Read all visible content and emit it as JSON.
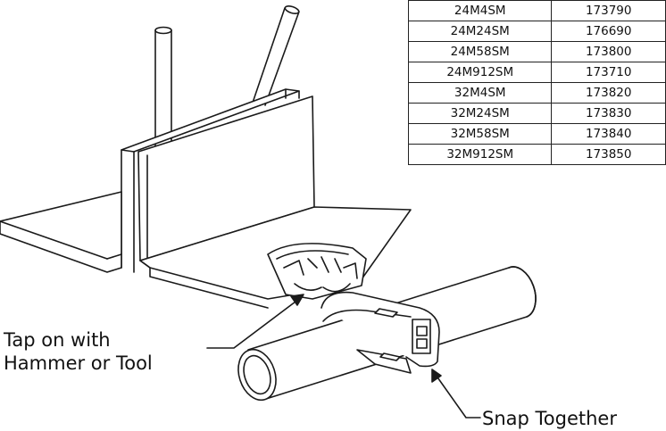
{
  "parts_table": {
    "rows": [
      {
        "part": "24M4SM",
        "number": "173790"
      },
      {
        "part": "24M24SM",
        "number": "176690"
      },
      {
        "part": "24M58SM",
        "number": "173800"
      },
      {
        "part": "24M912SM",
        "number": "173710"
      },
      {
        "part": "32M4SM",
        "number": "173820"
      },
      {
        "part": "32M24SM",
        "number": "173830"
      },
      {
        "part": "32M58SM",
        "number": "173840"
      },
      {
        "part": "32M912SM",
        "number": "173850"
      }
    ]
  },
  "callouts": {
    "tap_line1": "Tap on with",
    "tap_line2": "Hammer or Tool",
    "snap": "Snap Together"
  }
}
